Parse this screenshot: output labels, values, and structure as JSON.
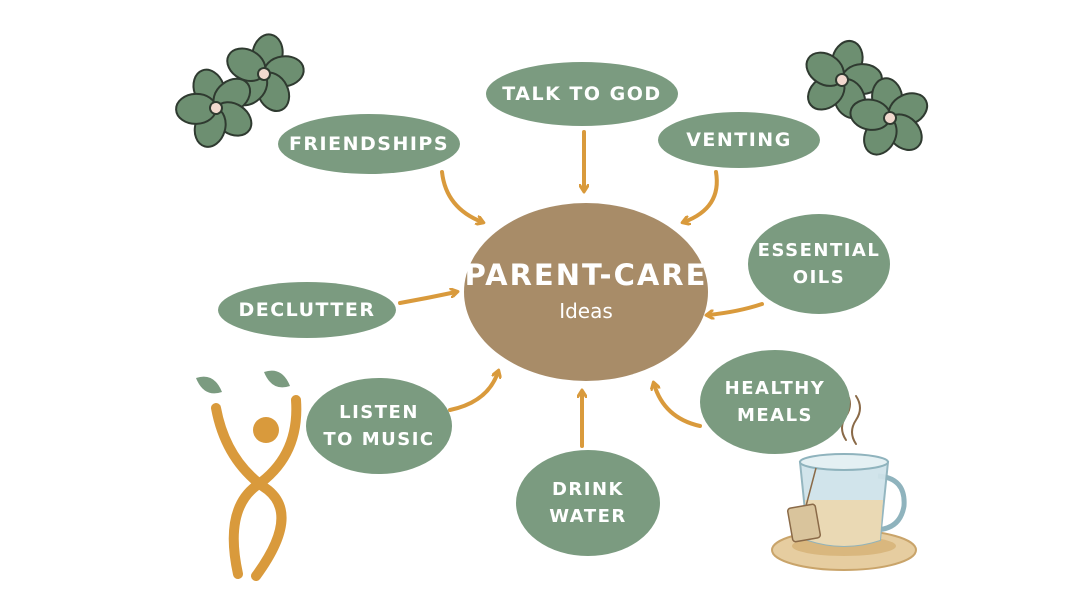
{
  "diagram": {
    "center": {
      "title": "PARENT-CARE",
      "subtitle": "Ideas"
    },
    "nodes": [
      {
        "id": "talk-to-god",
        "label": "TALK TO GOD"
      },
      {
        "id": "friendships",
        "label": "FRIENDSHIPS"
      },
      {
        "id": "venting",
        "label": "VENTING"
      },
      {
        "id": "essential-oils",
        "label": "ESSENTIAL OILS"
      },
      {
        "id": "declutter",
        "label": "DECLUTTER"
      },
      {
        "id": "listen-to-music",
        "label": "LISTEN TO MUSIC"
      },
      {
        "id": "healthy-meals",
        "label": "HEALTHY MEALS"
      },
      {
        "id": "drink-water",
        "label": "DRINK WATER"
      }
    ]
  },
  "colors": {
    "node_fill": "#7b9b80",
    "center_fill": "#a88c68",
    "arrow": "#d99a3c",
    "flower_petal": "#6d8f71",
    "flower_outline": "#2f3a30",
    "flower_center": "#f2d9cf",
    "figure": "#d99a3c",
    "leaf": "#7b9b80",
    "tea_liquid": "#ead9b4",
    "saucer": "#e6cda0",
    "glass": "#cfe3ea"
  },
  "decorations": {
    "flowers": [
      "flower-icon",
      "flower-icon",
      "flower-icon",
      "flower-icon"
    ],
    "figure": "dancing-figure-icon",
    "cup": "tea-cup-icon"
  }
}
